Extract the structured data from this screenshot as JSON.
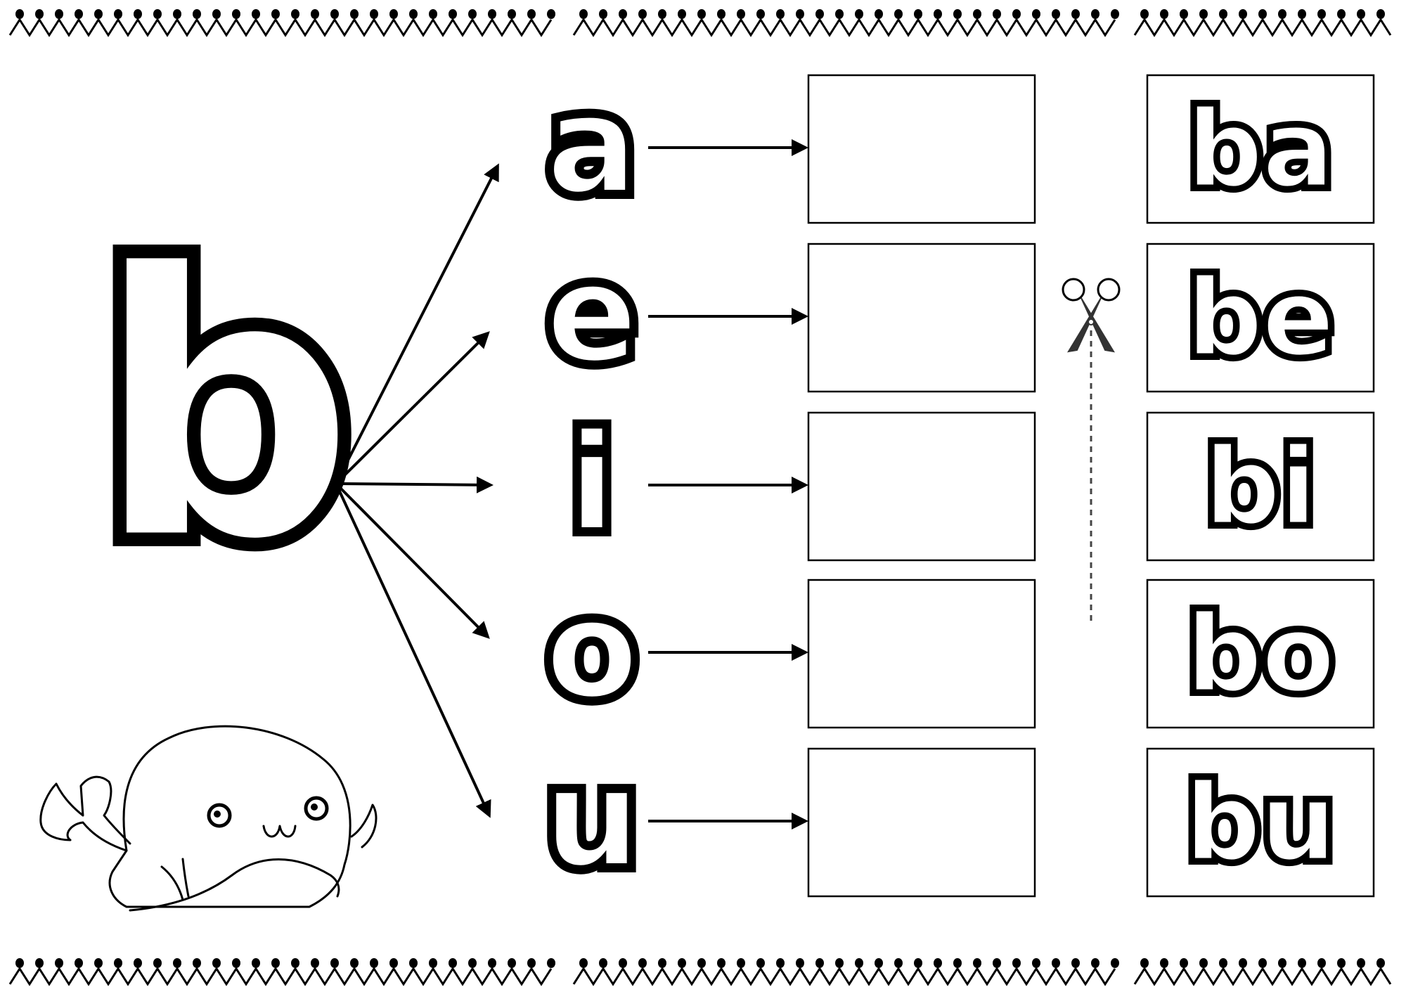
{
  "consonant": "b",
  "vowels": [
    "a",
    "e",
    "i",
    "o",
    "u"
  ],
  "syllables": [
    "ba",
    "be",
    "bi",
    "bo",
    "bu"
  ],
  "colors": {
    "ink": "#000000",
    "paper": "#ffffff"
  },
  "icons": {
    "scissors": "scissors-icon",
    "mascot": "whale-illustration",
    "border": "zigzag-dot-border"
  }
}
